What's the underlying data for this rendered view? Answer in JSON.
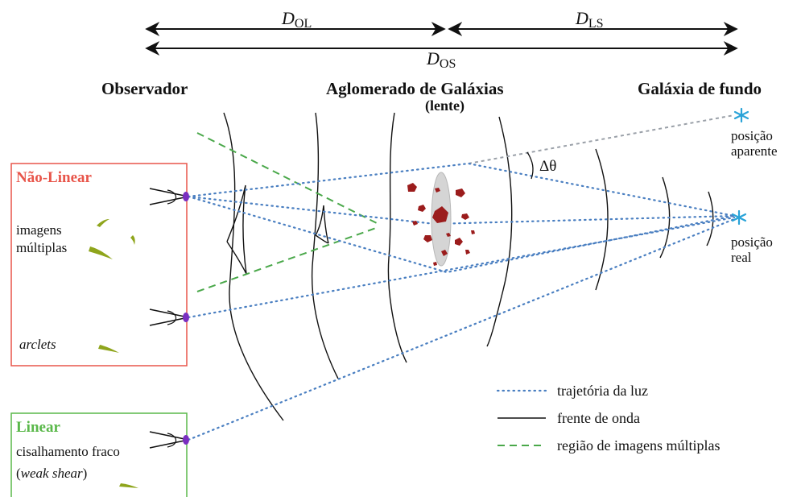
{
  "distances": {
    "ol": {
      "main": "D",
      "sub": "OL"
    },
    "ls": {
      "main": "D",
      "sub": "LS"
    },
    "os": {
      "main": "D",
      "sub": "OS"
    }
  },
  "headers": {
    "observer": "Observador",
    "cluster": "Aglomerado de Galáxias",
    "lens": "(lente)",
    "background": "Galáxia de fundo"
  },
  "source": {
    "apparent_line1": "posição",
    "apparent_line2": "aparente",
    "real_line1": "posição",
    "real_line2": "real",
    "angle": "Δθ"
  },
  "boxes": {
    "nonlinear": {
      "title": "Não-Linear",
      "label_line1": "imagens",
      "label_line2": "múltiplas",
      "arclets": "arclets",
      "color": "#e8554a"
    },
    "linear": {
      "title": "Linear",
      "label_line1": "cisalhamento fraco",
      "label_line2_open": "(",
      "label_line2_italic": "weak shear",
      "label_line2_close": ")",
      "color": "#5ab84a"
    }
  },
  "legend": {
    "light_path": "trajetória da luz",
    "wavefront": "frente de onda",
    "multiple_images_region": "região de imagens múltiplas"
  },
  "colors": {
    "ray": "#4a7fc1",
    "star": "#2aa3d8",
    "cluster_galaxies": "#9b1c1c",
    "images": "#8fa51c",
    "eye_pupil": "#7a2fc0"
  }
}
